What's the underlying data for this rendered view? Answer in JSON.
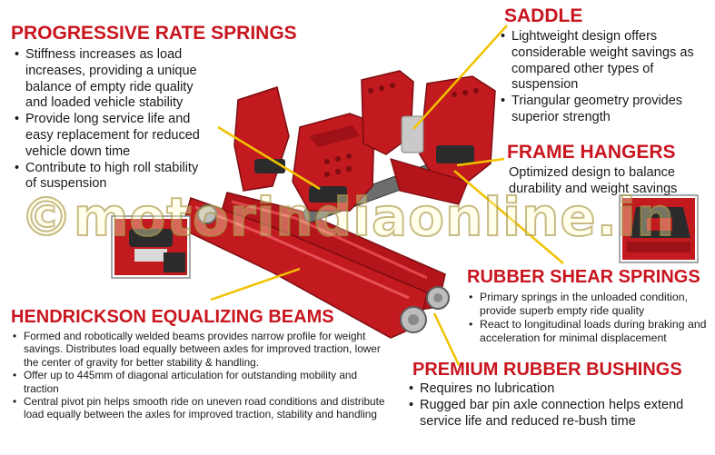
{
  "sections": {
    "progressive": {
      "title": "PROGRESSIVE RATE SPRINGS",
      "bullets": [
        "Stiffness increases as load increases, providing a unique balance of empty ride quality and loaded vehicle stability",
        "Provide long service life and easy replacement for reduced  vehicle down time",
        "Contribute to high roll stability of suspension"
      ]
    },
    "saddle": {
      "title": "SADDLE",
      "bullets": [
        "Lightweight design offers considerable weight savings as compared other types of suspension",
        "Triangular geometry provides superior strength"
      ]
    },
    "frame_hangers": {
      "title": "FRAME HANGERS",
      "text": "Optimized design to balance durability and weight savings"
    },
    "rubber_shear": {
      "title": "RUBBER SHEAR SPRINGS",
      "bullets": [
        "Primary springs in the unloaded condition, provide superb empty ride quality",
        "React to longitudinal loads during braking and acceleration for minimal displacement"
      ]
    },
    "hendrickson": {
      "title": "HENDRICKSON EQUALIZING BEAMS",
      "bullets": [
        "Formed and robotically welded beams provides narrow profile for weight savings. Distributes load  equally  between axles for improved traction, lower the center of gravity for better stability & handling.",
        "Offer up to 445mm of diagonal articulation for outstanding mobility and traction",
        "Central pivot pin helps smooth ride on uneven road conditions and distribute load equally between  the axles for improved traction, stability and handling"
      ]
    },
    "bushings": {
      "title": "PREMIUM RUBBER BUSHINGS",
      "bullets": [
        "Requires no lubrication",
        "Rugged bar pin axle connection helps extend service life and reduced re-bush time"
      ]
    }
  },
  "watermark": "©motorindiaonline.in",
  "colors": {
    "title_red": "#c8151e",
    "body_text": "#1a1a1a",
    "part_red": "#c21a1f",
    "callout_yellow": "#f2c200"
  }
}
